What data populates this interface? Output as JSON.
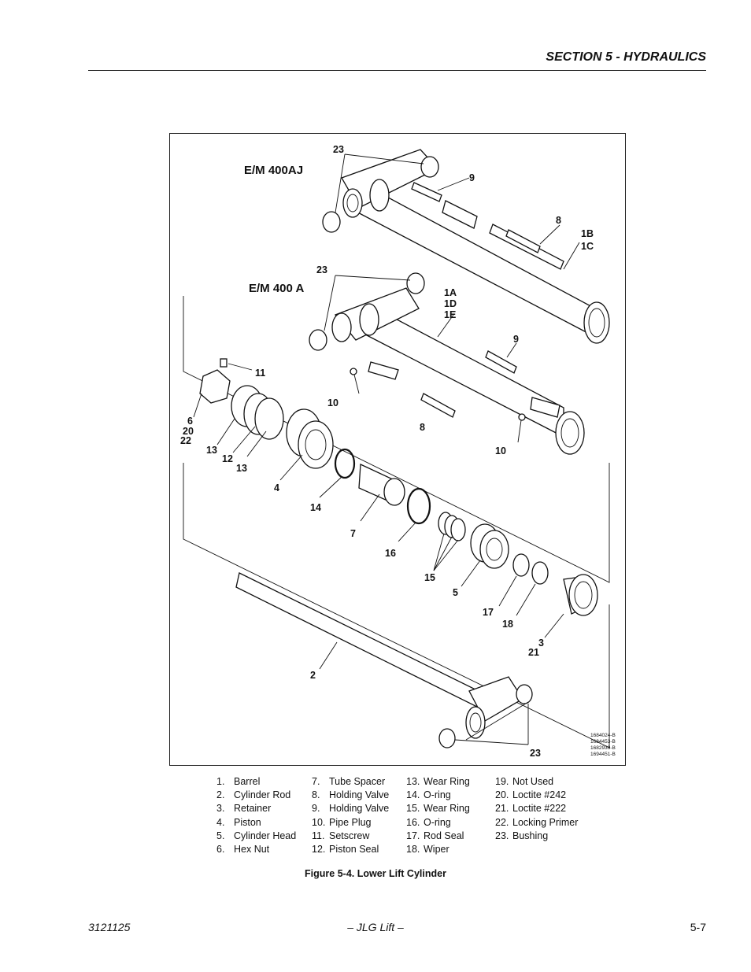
{
  "header": {
    "section_title": "SECTION 5 - HYDRAULICS"
  },
  "figure": {
    "models": {
      "top": "E/M 400AJ",
      "middle": "E/M 400 A"
    },
    "callouts": {
      "c23a": "23",
      "c9a": "9",
      "c8a": "8",
      "c1b": "1B",
      "c1c": "1C",
      "c23b": "23",
      "c1a": "1A",
      "c1d": "1D",
      "c1e": "1E",
      "c9b": "9",
      "c11": "11",
      "c10a": "10",
      "c8b": "8",
      "c10b": "10",
      "c6": "6",
      "c20": "20",
      "c22": "22",
      "c13a": "13",
      "c12": "12",
      "c13b": "13",
      "c4": "4",
      "c14": "14",
      "c7": "7",
      "c16": "16",
      "c15": "15",
      "c5": "5",
      "c17": "17",
      "c18": "18",
      "c3": "3",
      "c21": "21",
      "c2": "2",
      "c23c": "23"
    },
    "drawing_numbers": [
      "1684024-B",
      "1684453-B",
      "1682939-B",
      "1694451-B"
    ],
    "legend_columns": [
      [
        "1.",
        "Barrel",
        "2.",
        "Cylinder Rod",
        "3.",
        "Retainer",
        "4.",
        "Piston",
        "5.",
        "Cylinder Head",
        "6.",
        "Hex Nut"
      ],
      [
        "7.",
        "Tube Spacer",
        "8.",
        "Holding Valve",
        "9.",
        "Holding Valve",
        "10.",
        "Pipe Plug",
        "11.",
        "Setscrew",
        "12.",
        "Piston Seal"
      ],
      [
        "13.",
        "Wear Ring",
        "14.",
        "O-ring",
        "15.",
        "Wear Ring",
        "16.",
        "O-ring",
        "17.",
        "Rod Seal",
        "18.",
        "Wiper"
      ],
      [
        "19.",
        "Not Used",
        "20.",
        "Loctite #242",
        "21.",
        "Loctite #222",
        "22.",
        "Locking Primer",
        "23.",
        "Bushing"
      ]
    ],
    "caption": "Figure 5-4.  Lower Lift Cylinder"
  },
  "footer": {
    "doc_number": "3121125",
    "center": "– JLG Lift –",
    "page": "5-7"
  }
}
